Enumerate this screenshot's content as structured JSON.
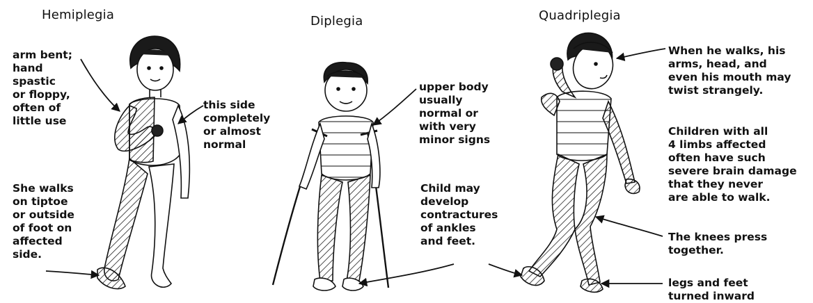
{
  "titles": {
    "hemiplegia": "Hemiplegia",
    "diplegia": "Diplegia",
    "quadriplegia": "Quadriplegia"
  },
  "hemiplegia": {
    "arm_note": "arm bent;\nhand\nspastic\nor floppy,\noften of\nlittle use",
    "side_note": "this side\ncompletely\nor almost\nnormal",
    "walk_note": "She walks\non tiptoe\nor outside\nof foot on\naffected\nside."
  },
  "diplegia": {
    "upper_note": "upper body\nusually\nnormal or\nwith very\nminor signs",
    "contracture_note": "Child may\ndevelop\ncontractures\nof ankles\nand feet."
  },
  "quadriplegia": {
    "walk_note": "When he walks, his\narms, head, and\neven his mouth may\ntwist strangely.",
    "limbs_note": "Children with all\n4 limbs affected\noften have such\nsevere brain damage\nthat they never\nare able to walk.",
    "knees_note": "The knees press\ntogether.",
    "legs_note": "legs and feet\nturned inward"
  }
}
